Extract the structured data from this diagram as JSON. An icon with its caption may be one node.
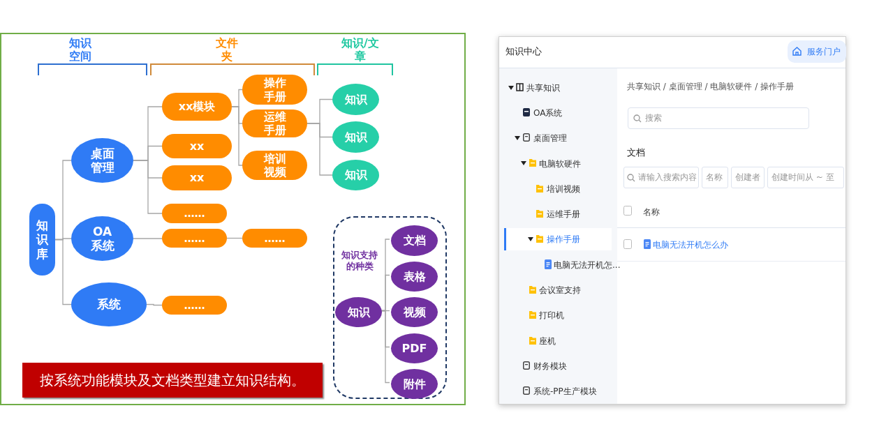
{
  "diagram": {
    "nodes": [
      {
        "text": [
          "知识库"
        ]
      },
      {
        "text": [
          "桌面管理"
        ]
      },
      {
        "text": [
          "OA系统"
        ]
      },
      {
        "text": [
          "系统"
        ]
      },
      {
        "text": [
          "xx模块"
        ]
      },
      {
        "text": [
          "xx"
        ]
      },
      {
        "text": [
          "xx"
        ]
      },
      {
        "text": [
          "……"
        ]
      },
      {
        "text": [
          "……"
        ]
      },
      {
        "text": [
          "……"
        ]
      },
      {
        "text": [
          "……"
        ]
      },
      {
        "text": [
          "操作手册"
        ]
      },
      {
        "text": [
          "运维手册"
        ]
      },
      {
        "text": [
          "培训视频"
        ]
      },
      {
        "text": [
          "知识"
        ]
      },
      {
        "text": [
          "知识"
        ]
      },
      {
        "text": [
          "知识"
        ]
      },
      {
        "text": [
          "知识支持的种类"
        ]
      },
      {
        "text": [
          "知识"
        ],
        "in": 17
      },
      {
        "text": [
          "文档"
        ],
        "in": 17
      },
      {
        "text": [
          "表格"
        ],
        "in": 17
      },
      {
        "text": [
          "视频"
        ],
        "in": 17
      },
      {
        "text": [
          "PDF"
        ],
        "in": 17
      },
      {
        "text": [
          "附件"
        ],
        "in": 17
      },
      {
        "text": [
          "按系统功能模块及文档类型建立知识结构。"
        ]
      }
    ],
    "edges": [
      {
        "from": 0,
        "to": 1,
        "arrow": "none"
      },
      {
        "from": 0,
        "to": 2,
        "arrow": "none"
      },
      {
        "from": 0,
        "to": 3,
        "arrow": "none"
      },
      {
        "from": 1,
        "to": 4,
        "arrow": "none"
      },
      {
        "from": 1,
        "to": 5,
        "arrow": "none"
      },
      {
        "from": 1,
        "to": 6,
        "arrow": "none"
      },
      {
        "from": 1,
        "to": 7,
        "arrow": "none"
      },
      {
        "from": 2,
        "to": 8,
        "arrow": "none"
      },
      {
        "from": 8,
        "to": 9,
        "arrow": "none"
      },
      {
        "from": 3,
        "to": 10,
        "arrow": "none"
      },
      {
        "from": 4,
        "to": 11,
        "arrow": "none"
      },
      {
        "from": 4,
        "to": 12,
        "arrow": "none"
      },
      {
        "from": 4,
        "to": 13,
        "arrow": "none"
      },
      {
        "from": 12,
        "to": 14,
        "arrow": "none"
      },
      {
        "from": 12,
        "to": 15,
        "arrow": "none"
      },
      {
        "from": 12,
        "to": 16,
        "arrow": "none"
      },
      {
        "from": 18,
        "to": 19,
        "arrow": "none"
      },
      {
        "from": 18,
        "to": 20,
        "arrow": "none"
      },
      {
        "from": 18,
        "to": 21,
        "arrow": "none"
      },
      {
        "from": 18,
        "to": 22,
        "arrow": "none"
      },
      {
        "from": 18,
        "to": 23,
        "arrow": "none"
      }
    ],
    "labels": [
      "知识空间",
      "文件夹",
      "知识/文章",
      "知识中心",
      "服务门户",
      "共享知识",
      "OA系统",
      "桌面管理",
      "电脑软硬件",
      "培训视频",
      "运维手册",
      "操作手册",
      "电脑无法开机怎...",
      "会议室支持",
      "打印机",
      "座机",
      "财务模块",
      "系统-PP生产模块",
      "共享知识 / 桌面管理 / 电脑软硬件 / 操作手册",
      "搜索",
      "文档",
      "请输入搜索内容",
      "名称",
      "创建者",
      "创建时间从 ~ 至",
      "名称",
      "电脑无法开机怎么办"
    ]
  }
}
